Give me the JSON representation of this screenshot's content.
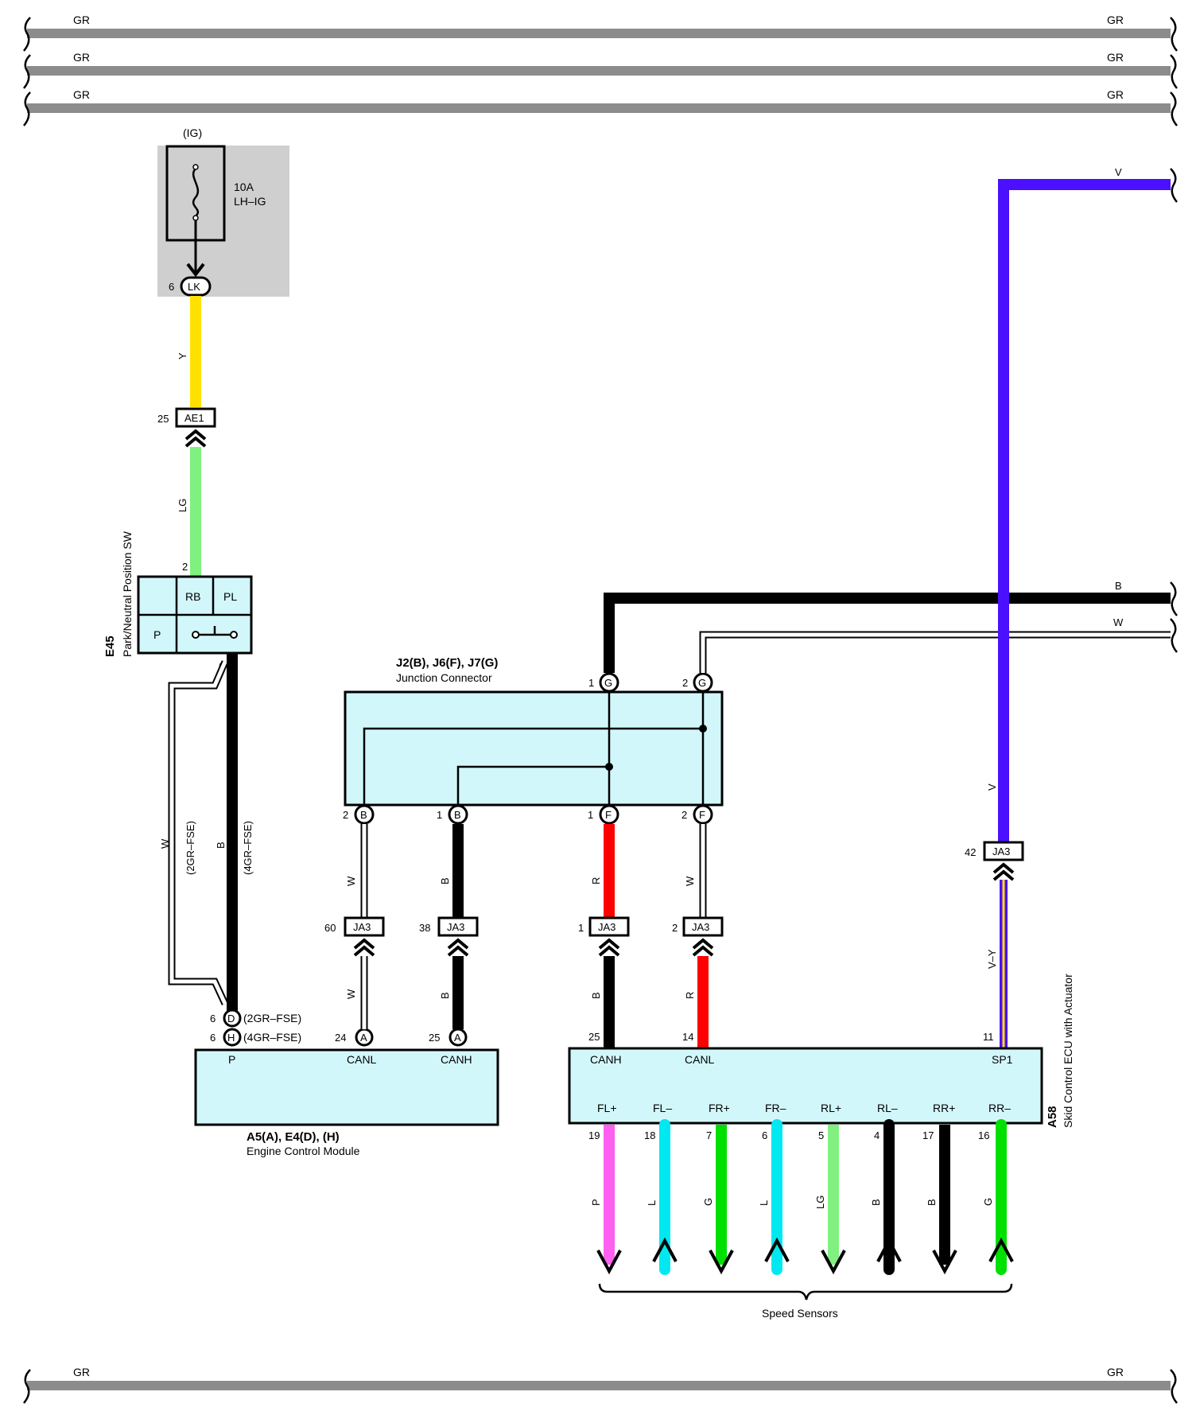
{
  "buses": {
    "top_label": "GR",
    "bottom_label": "GR"
  },
  "fuse": {
    "ig": "(IG)",
    "rating": "10A",
    "name": "LH–IG",
    "pin": "6",
    "conn": "LK"
  },
  "wires": {
    "y": "Y",
    "lg": "LG",
    "w": "W",
    "b": "B",
    "r": "R",
    "v": "V",
    "vy": "V–Y",
    "v_right": "V",
    "b_right": "B",
    "w_right": "W"
  },
  "ae1": {
    "pin": "25",
    "name": "AE1"
  },
  "e45": {
    "code": "E45",
    "name": "Park/Neutral Position SW",
    "pin_in": "2",
    "pin_out": "6",
    "cells": {
      "rb": "RB",
      "pl": "PL",
      "p": "P"
    }
  },
  "variants": {
    "v2gr": "(2GR–FSE)",
    "v4gr": "(4GR–FSE)"
  },
  "junction": {
    "codes": "J2(B), J6(F), J7(G)",
    "name": "Junction Connector",
    "top": [
      {
        "pin": "1",
        "conn": "G"
      },
      {
        "pin": "2",
        "conn": "G"
      }
    ],
    "bottom": [
      {
        "pin": "2",
        "conn": "B"
      },
      {
        "pin": "1",
        "conn": "B"
      },
      {
        "pin": "1",
        "conn": "F"
      },
      {
        "pin": "2",
        "conn": "F"
      }
    ]
  },
  "ja3": [
    {
      "pin": "60",
      "name": "JA3"
    },
    {
      "pin": "38",
      "name": "JA3"
    },
    {
      "pin": "1",
      "name": "JA3"
    },
    {
      "pin": "2",
      "name": "JA3"
    },
    {
      "pin": "42",
      "name": "JA3"
    }
  ],
  "ecm": {
    "codes": "A5(A), E4(D), (H)",
    "name": "Engine Control Module",
    "pin_d": "6",
    "conn_d": "D",
    "pin_h": "6",
    "conn_h": "H",
    "pin_canl": "24",
    "pin_canh": "25",
    "conn_a": "A",
    "p_label": "P",
    "canl": "CANL",
    "canh": "CANH"
  },
  "skid": {
    "code": "A58",
    "name": "Skid Control ECU with Actuator",
    "pin_canh": "25",
    "pin_canl": "14",
    "pin_sp1": "11",
    "canh": "CANH",
    "canl": "CANL",
    "sp1": "SP1",
    "sensors": [
      {
        "label": "FL+",
        "pin": "19",
        "color": "P"
      },
      {
        "label": "FL–",
        "pin": "18",
        "color": "L"
      },
      {
        "label": "FR+",
        "pin": "7",
        "color": "G"
      },
      {
        "label": "FR–",
        "pin": "6",
        "color": "L"
      },
      {
        "label": "RL+",
        "pin": "5",
        "color": "LG"
      },
      {
        "label": "RL–",
        "pin": "4",
        "color": "B"
      },
      {
        "label": "RR+",
        "pin": "17",
        "color": "B"
      },
      {
        "label": "RR–",
        "pin": "16",
        "color": "G"
      }
    ]
  },
  "speed_sensors": "Speed Sensors",
  "colors": {
    "gray": "#8c8c8c",
    "yellow": "#ffe000",
    "lightgreen": "#80f080",
    "black": "#000000",
    "red": "#ff0000",
    "violet": "#4a10ff",
    "pink": "#ff60f0",
    "cyan": "#00e8f0",
    "green": "#00e000",
    "box": "#d2f7fb"
  }
}
